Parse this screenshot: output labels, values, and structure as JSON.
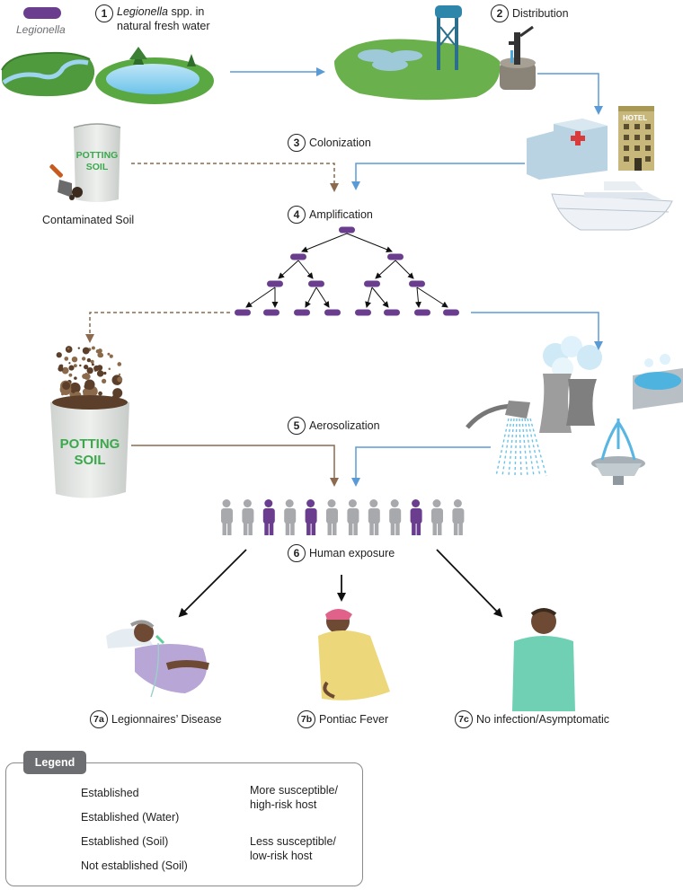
{
  "bacterium_label": "Legionella",
  "steps": {
    "s1": {
      "num": "1",
      "name_italic": "Legionella",
      "name_rest": " spp. in",
      "line2": "natural fresh water"
    },
    "s2": {
      "num": "2",
      "label": "Distribution"
    },
    "s3": {
      "num": "3",
      "label": "Colonization"
    },
    "s4": {
      "num": "4",
      "label": "Amplification"
    },
    "s5": {
      "num": "5",
      "label": "Aerosolization"
    },
    "s6": {
      "num": "6",
      "label": "Human exposure"
    },
    "s7a": {
      "num": "7a",
      "label": "Legionnaires’ Disease"
    },
    "s7b": {
      "num": "7b",
      "label": "Pontiac Fever"
    },
    "s7c": {
      "num": "7c",
      "label": "No infection/Asymptomatic"
    }
  },
  "contaminated_soil_label": "Contaminated Soil",
  "potting_soil_text": {
    "line1": "POTTING",
    "line2": "SOIL"
  },
  "hotel_sign": "HOTEL",
  "people_risk": [
    "low",
    "low",
    "high",
    "low",
    "high",
    "low",
    "low",
    "low",
    "low",
    "high",
    "low",
    "low"
  ],
  "legend": {
    "title": "Legend",
    "established": "Established",
    "established_water": "Established (Water)",
    "established_soil": "Established (Soil)",
    "not_established_soil": "Not established (Soil)",
    "more_susceptible_1": "More susceptible/",
    "more_susceptible_2": "high-risk host",
    "less_susceptible_1": "Less susceptible/",
    "less_susceptible_2": "low-risk host"
  },
  "colors": {
    "black_arrow": "#111111",
    "water_arrow": "#5b9bd5",
    "soil_arrow": "#8b6a4f",
    "high_risk": "#6a3d8f",
    "low_risk": "#a7a9ac",
    "bacterium": "#6a3d8f"
  }
}
